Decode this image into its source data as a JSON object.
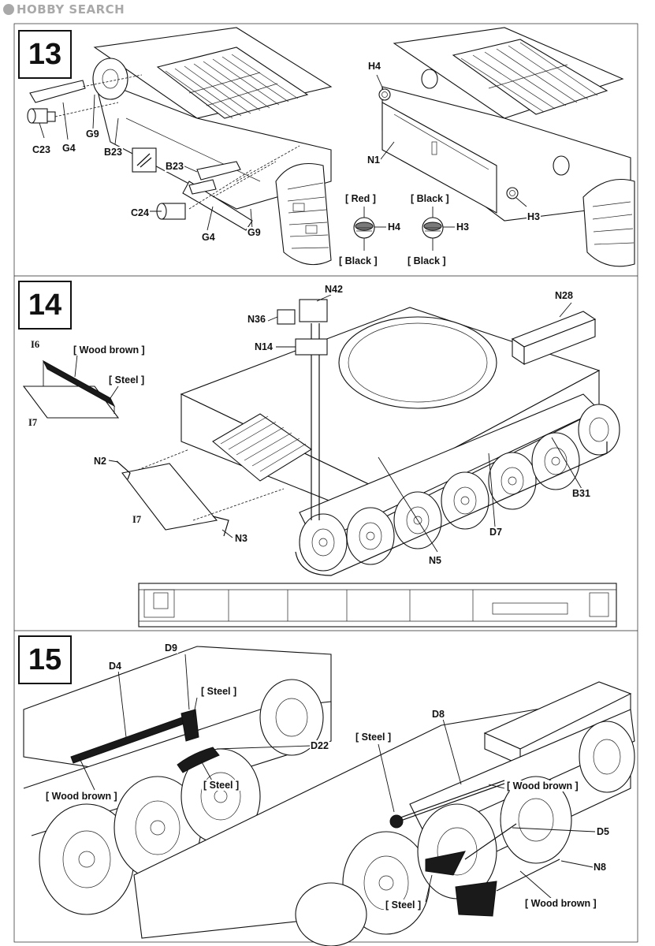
{
  "watermark": "HOBBY SEARCH",
  "steps": {
    "s13": "13",
    "s14": "14",
    "s15": "15"
  },
  "step13": {
    "left_labels": {
      "C23": "C23",
      "G4_top": "G4",
      "G9_top": "G9",
      "B23_top": "B23",
      "B23_mid": "B23",
      "C24": "C24",
      "G4_bottom": "G4",
      "G9_bottom": "G9"
    },
    "right_labels": {
      "H4": "H4",
      "N1": "N1",
      "H3": "H3"
    },
    "lights": {
      "light1_top": "[ Red ]",
      "light1_part": "H4",
      "light1_bottom": "[ Black ]",
      "light2_top": "[ Black ]",
      "light2_part": "H3",
      "light2_bottom": "[ Black ]"
    }
  },
  "step14": {
    "labels": {
      "N42": "N42",
      "N36": "N36",
      "N14": "N14",
      "N28": "N28",
      "I6": "I6",
      "I7_top": "I7",
      "N2": "N2",
      "I7_bottom": "I7",
      "N3": "N3",
      "N5": "N5",
      "D7": "D7",
      "B31": "B31"
    },
    "colors": {
      "wood_brown": "[ Wood brown ]",
      "steel": "[ Steel ]"
    }
  },
  "step15": {
    "labels": {
      "D9": "D9",
      "D4": "D4",
      "D22": "D22",
      "D8": "D8",
      "D5": "D5",
      "N8": "N8"
    },
    "colors": {
      "steel_1": "[ Steel ]",
      "steel_2": "[ Steel ]",
      "wood_brown_1": "[ Wood brown ]",
      "steel_3": "[ Steel ]",
      "wood_brown_2": "[ Wood brown ]",
      "steel_4": "[ Steel ]",
      "wood_brown_3": "[ Wood brown ]"
    }
  }
}
